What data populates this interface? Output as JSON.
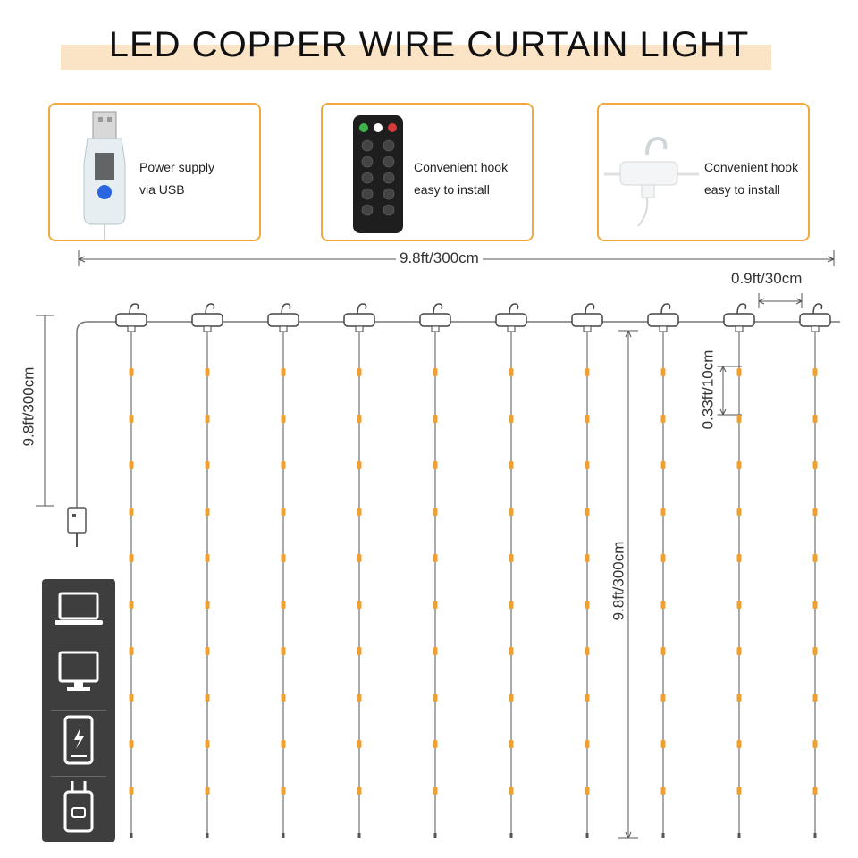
{
  "title": "LED COPPER WIRE CURTAIN LIGHT",
  "features": [
    {
      "line1": "Power supply",
      "line2": "via USB",
      "icon": "usb-plug-icon"
    },
    {
      "line1": "Convenient hook",
      "line2": "easy to install",
      "icon": "remote-control-icon"
    },
    {
      "line1": "Convenient hook",
      "line2": "easy to install",
      "icon": "hook-clip-icon"
    }
  ],
  "dimensions": {
    "total_width": "9.8ft/300cm",
    "strand_spacing": "0.9ft/30cm",
    "led_spacing": "0.33ft/10cm",
    "lead_length": "9.8ft/300cm",
    "strand_length": "9.8ft/300cm"
  },
  "strands": 10,
  "power_sources": [
    "laptop-icon",
    "monitor-icon",
    "power-bank-icon",
    "wall-adapter-icon"
  ],
  "colors": {
    "accent": "#f0a93c",
    "led": "#f0a030",
    "sidebar": "#3e3e3e"
  }
}
